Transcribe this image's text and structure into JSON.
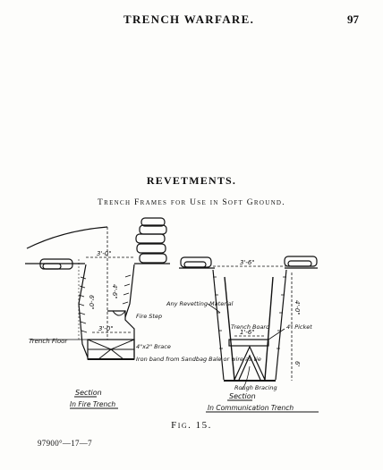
{
  "header": {
    "running_title": "TRENCH WARFARE.",
    "page_number": "97"
  },
  "section_heading": "REVETMENTS.",
  "subheading": "Trench Frames for Use in Soft Ground.",
  "figure": {
    "fire_trench": {
      "label_top_width": "3'-0\"",
      "label_depth_1": "4'-6\"",
      "label_depth_2": "6'-0\"",
      "label_floor_width": "3'-0\"",
      "label_fire_step": "Fire Step",
      "label_brace": "4\"x2\" Brace",
      "label_iron_band": "Iron band from Sandbag Bale or wire as tie",
      "label_trench_floor": "Trench Floor",
      "caption_line1": "Section",
      "caption_line2": "In Fire Trench"
    },
    "communication_trench": {
      "label_top_width": "3'-6\"",
      "label_depth_1": "4'-0\"",
      "label_depth_2": "6'",
      "label_floor_width": "1'-6\"",
      "label_revetting": "Any Revetting Material",
      "label_trench_board": "Trench Board",
      "label_picket": "4\" Picket",
      "label_rough_bracing": "Rough Bracing",
      "caption_line1": "Section",
      "caption_line2": "In Communication Trench"
    }
  },
  "fig_caption": "Fig. 15.",
  "print_code": "97900°—17—7"
}
